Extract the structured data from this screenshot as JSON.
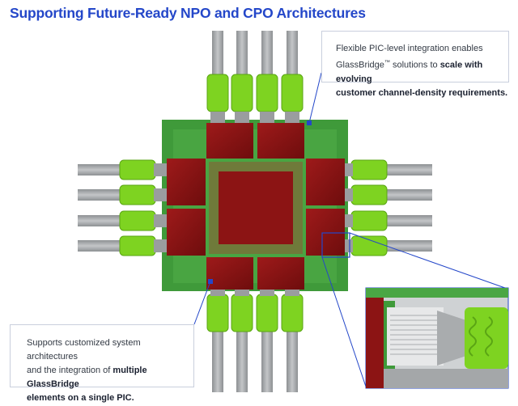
{
  "header": {
    "title": "Supporting Future-Ready NPO and CPO Architectures"
  },
  "callout_top": {
    "line1": "Flexible PIC-level integration enables",
    "brand": "GlassBridge",
    "tm": "™",
    "mid": " solutions to ",
    "bold1": "scale with evolving",
    "bold2": "customer channel-density requirements."
  },
  "callout_bottom": {
    "line1": "Supports customized system architectures",
    "pre": "and the integration of ",
    "bold1": "multiple GlassBridge",
    "bold2": "elements on a single PIC."
  },
  "colors": {
    "accent": "#2447c9",
    "substrate_green": "#3f9a3a",
    "chip_red": "#8c1414",
    "connector_green": "#7ed321",
    "fiber_gray": "#a3a6a8"
  }
}
